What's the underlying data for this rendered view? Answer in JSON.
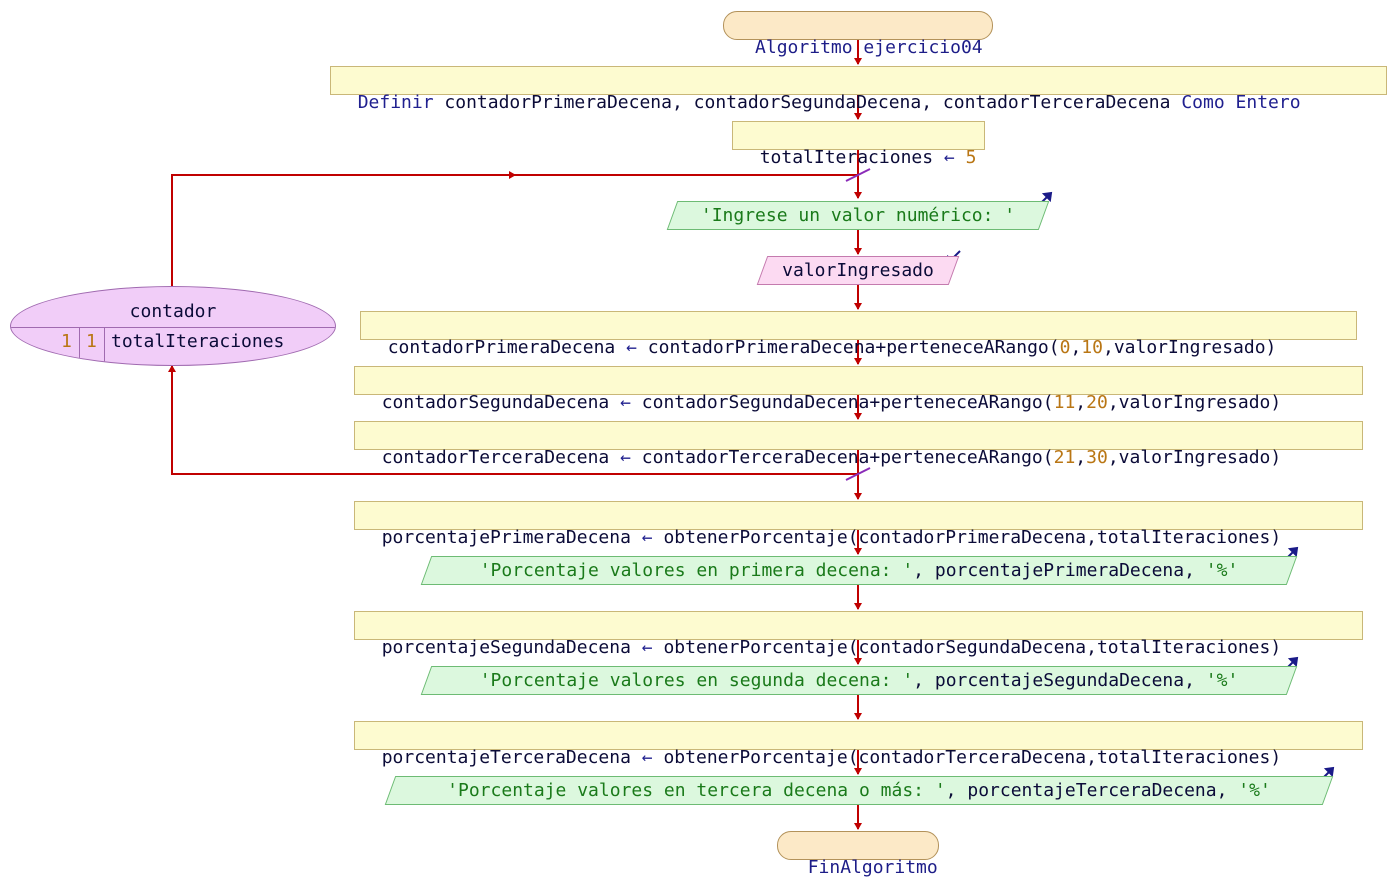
{
  "algorithm": {
    "start": "Algoritmo ejercicio04",
    "end": "FinAlgoritmo"
  },
  "define": {
    "keyword": "Definir",
    "vars": "contadorPrimeraDecena, contadorSegundaDecena, contadorTerceraDecena",
    "como": "Como",
    "type": "Entero"
  },
  "assign_total": {
    "var": "totalIteraciones",
    "arrow": "←",
    "value": "5"
  },
  "prompt": {
    "text": "'Ingrese un valor numérico: '"
  },
  "read": {
    "var": "valorIngresado"
  },
  "loop": {
    "variable": "contador",
    "start": "1",
    "step": "1",
    "end": "totalIteraciones"
  },
  "loop_body": [
    {
      "target": "contadorPrimeraDecena",
      "arrow": "←",
      "expr_a": "contadorPrimeraDecena+perteneceARango(",
      "n1": "0",
      "n2": "10",
      "expr_b": "valorIngresado)"
    },
    {
      "target": "contadorSegundaDecena",
      "arrow": "←",
      "expr_a": "contadorSegundaDecena+perteneceARango(",
      "n1": "11",
      "n2": "20",
      "expr_b": "valorIngresado)"
    },
    {
      "target": "contadorTerceraDecena",
      "arrow": "←",
      "expr_a": "contadorTerceraDecena+perteneceARango(",
      "n1": "21",
      "n2": "30",
      "expr_b": "valorIngresado)"
    }
  ],
  "after_loop": [
    {
      "target": "porcentajePrimeraDecena",
      "arrow": "←",
      "expr": "obtenerPorcentaje(contadorPrimeraDecena,totalIteraciones)",
      "out_str": "'Porcentaje valores en primera decena: '",
      "out_var": "porcentajePrimeraDecena",
      "out_pct": "'%'"
    },
    {
      "target": "porcentajeSegundaDecena",
      "arrow": "←",
      "expr": "obtenerPorcentaje(contadorSegundaDecena,totalIteraciones)",
      "out_str": "'Porcentaje valores en segunda decena: '",
      "out_var": "porcentajeSegundaDecena",
      "out_pct": "'%'"
    },
    {
      "target": "porcentajeTerceraDecena",
      "arrow": "←",
      "expr": "obtenerPorcentaje(contadorTerceraDecena,totalIteraciones)",
      "out_str": "'Porcentaje valores en tercera decena o más: '",
      "out_var": "porcentajeTerceraDecena",
      "out_pct": "'%'"
    }
  ],
  "sep": ", ",
  "colors": {
    "arrow": "#c00000",
    "process_fill": "#fdfbd0",
    "output_fill": "#dcf8de",
    "input_fill": "#fcdaf2",
    "loop_fill": "#f1cdf8",
    "terminal_fill": "#fce9c7"
  }
}
